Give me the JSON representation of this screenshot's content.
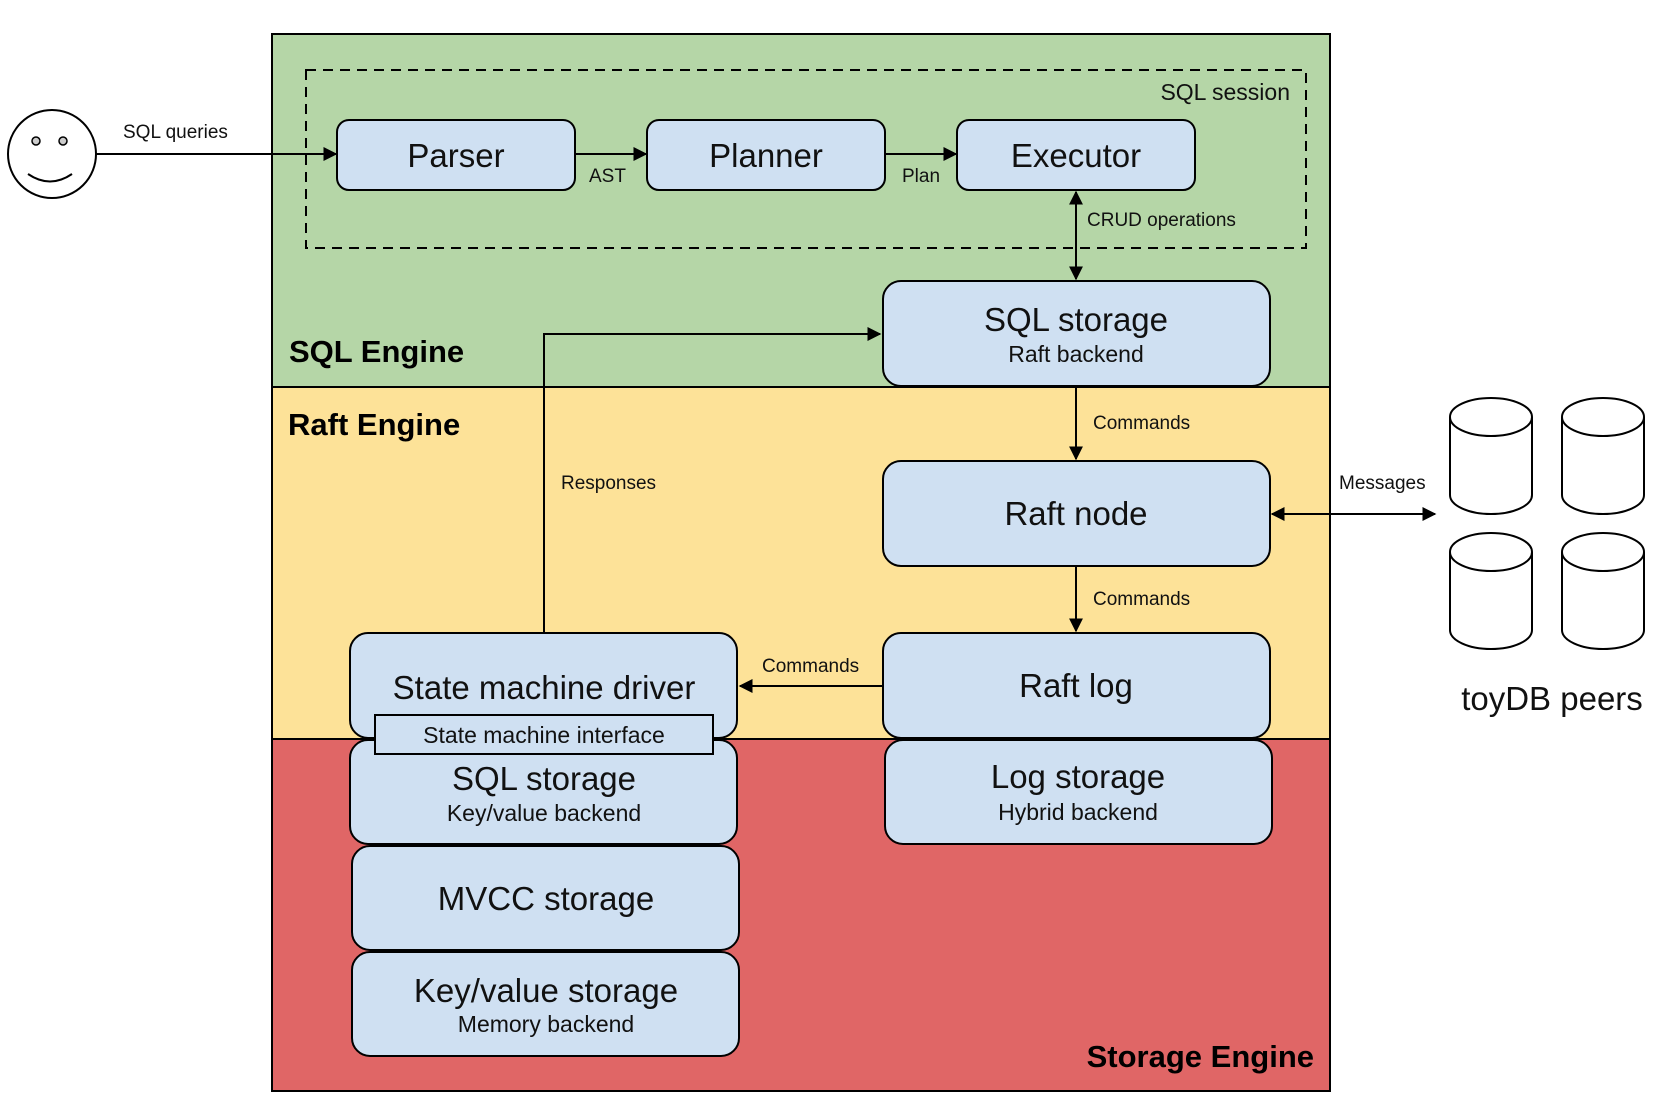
{
  "colors": {
    "sql_engine": "#b5d6a7",
    "raft_engine": "#fde298",
    "storage_engine": "#e06666",
    "component": "#cfe0f2"
  },
  "regions": {
    "sql_engine": "SQL Engine",
    "raft_engine": "Raft Engine",
    "storage_engine": "Storage Engine",
    "sql_session": "SQL session"
  },
  "client": {
    "icon": "smiley-face-user-icon",
    "edge_label": "SQL queries"
  },
  "components": {
    "parser": "Parser",
    "planner": "Planner",
    "executor": "Executor",
    "sql_storage_raft": {
      "title": "SQL storage",
      "subtitle": "Raft backend"
    },
    "raft_node": "Raft node",
    "raft_log": "Raft log",
    "state_machine_driver": "State machine driver",
    "state_machine_interface": "State machine interface",
    "sql_storage_kv": {
      "title": "SQL storage",
      "subtitle": "Key/value backend"
    },
    "mvcc_storage": "MVCC storage",
    "kv_storage": {
      "title": "Key/value storage",
      "subtitle": "Memory backend"
    },
    "log_storage": {
      "title": "Log storage",
      "subtitle": "Hybrid backend"
    }
  },
  "edges": {
    "ast": "AST",
    "plan": "Plan",
    "crud": "CRUD operations",
    "commands_1": "Commands",
    "commands_2": "Commands",
    "commands_3": "Commands",
    "responses": "Responses",
    "messages": "Messages"
  },
  "peers": {
    "label": "toyDB peers",
    "icon": "database-cylinder-icon",
    "count": 4
  }
}
